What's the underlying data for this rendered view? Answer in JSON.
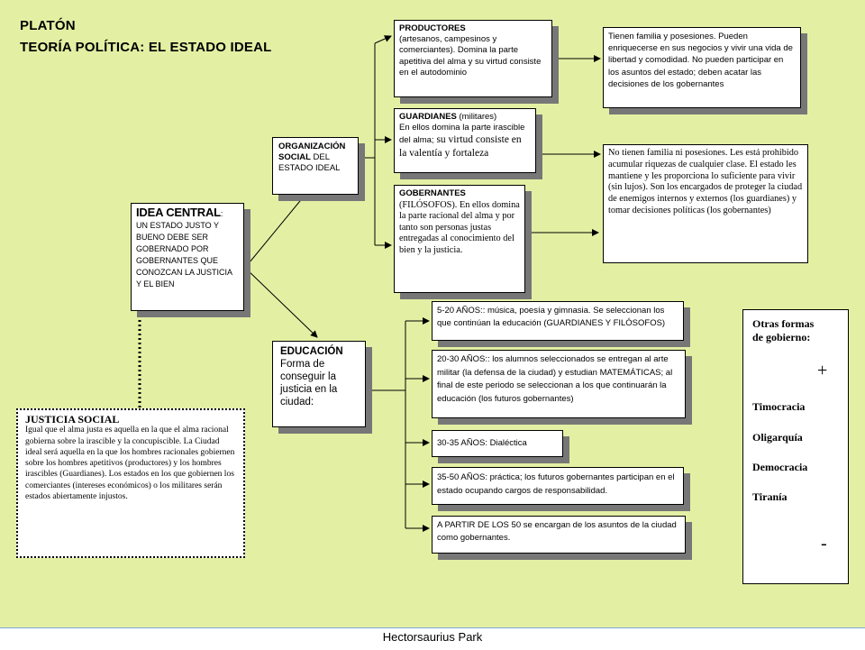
{
  "title": {
    "line1": "PLATÓN",
    "line2": "TEORÍA POLÍTICA: EL ESTADO IDEAL"
  },
  "idea": {
    "heading": "IDEA CENTRAL",
    "colon": ":",
    "text": "UN ESTADO JUSTO Y BUENO DEBE SER GOBERNADO POR GOBERNANTES QUE CONOZCAN LA JUSTICIA Y EL BIEN"
  },
  "organizacion": {
    "heading": "ORGANIZACIÓN SOCIAL",
    "rest": " DEL ESTADO IDEAL"
  },
  "educacion": {
    "heading": "EDUCACIÓN",
    "text": "Forma de conseguir la justicia en la ciudad:"
  },
  "productores": {
    "heading": "PRODUCTORES",
    "text": "(artesanos, campesinos y comerciantes). Domina la parte apetitiva del alma y su virtud consiste en el autodominio"
  },
  "guardianes": {
    "heading": "GUARDIANES",
    "paren": " (militares)",
    "text": "En ellos domina la parte irascible del alma;",
    "text_serif": " su virtud consiste en la valentía y fortaleza"
  },
  "gobernantes": {
    "heading": "GOBERNANTES",
    "text": "(FILÓSOFOS). En ellos domina la parte racional del alma y por tanto son personas justas entregadas al conocimiento del bien y la justicia."
  },
  "productores_desc": "Tienen familia y posesiones. Pueden enriquecerse en sus negocios y vivir una vida de libertad y comodidad. No pueden participar en los asuntos del estado; deben acatar las decisiones de los gobernantes",
  "guardianes_desc": "No tienen familia ni posesiones. Les está prohibido acumular riquezas de cualquier clase. El estado les mantiene y les proporciona lo suficiente para vivir (sin lujos). Son los encargados de proteger la ciudad de enemigos internos y externos (los guardianes) y tomar decisiones políticas (los gobernantes)",
  "justicia": {
    "heading": "JUSTICIA SOCIAL",
    "text": "Igual que el alma justa es aquella en la que el alma racional gobierna sobre la irascible y la concupiscible. La Ciudad ideal será aquella en la que los hombres racionales gobiernen sobre los hombres apetitivos (productores) y los hombres irascibles (Guardianes). Los estados en los que gobiernen los comerciantes (intereses económicos) o los militares serán estados abiertamente injustos."
  },
  "etapas": [
    "5-20 AÑOS:: música, poesía y gimnasia. Se seleccionan los que continúan la educación (GUARDIANES Y FILÓSOFOS)",
    "20-30 AÑOS:: los alumnos seleccionados se entregan al arte militar (la defensa de la ciudad) y estudian MATEMÁTICAS; al final de este periodo se seleccionan a los que continuarán la educación (los futuros gobernantes)",
    "30-35 AÑOS: Dialéctica",
    "35-50 AÑOS: práctica; los futuros gobernantes participan en el estado ocupando cargos de responsabilidad.",
    "A PARTIR DE LOS 50 se encargan de los asuntos de la ciudad como gobernantes."
  ],
  "formas": {
    "title": "Otras formas de gobierno:",
    "plus": "+",
    "minus": "-",
    "items": [
      "Timocracia",
      "Oligarquía",
      "Democracia",
      "Tiranía"
    ]
  },
  "footer": "Hectorsaurius Park"
}
